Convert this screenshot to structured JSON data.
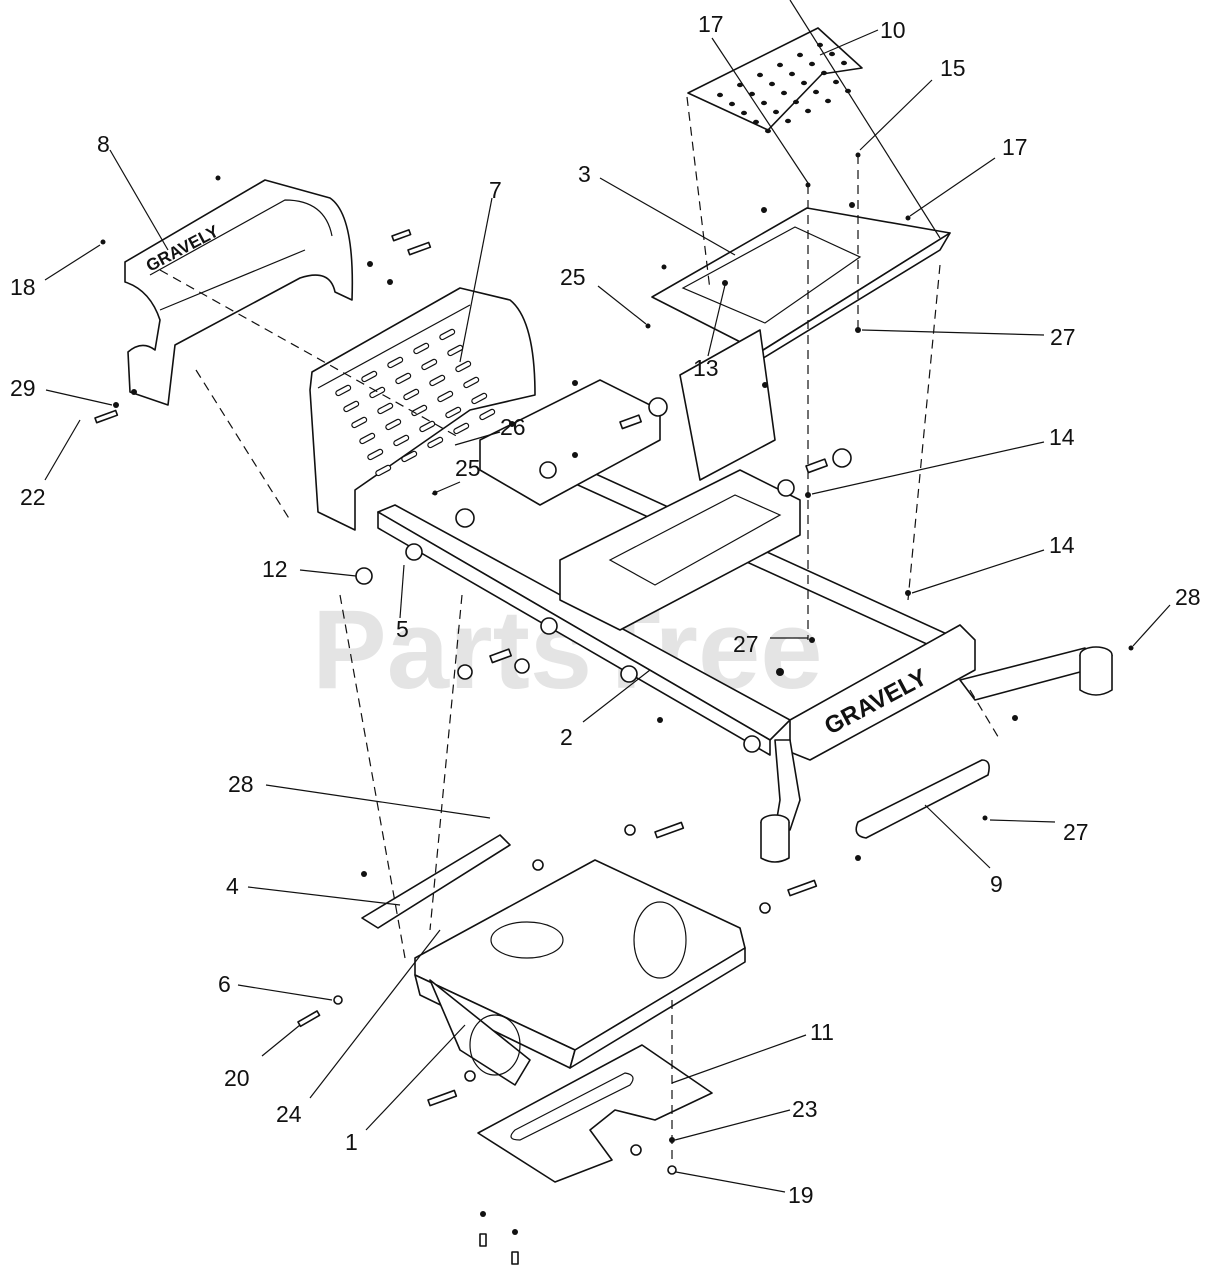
{
  "watermark": "PartsTree",
  "brand_labels": {
    "frame_logo": "GRAVELY",
    "shield_logo": "GRAVELY"
  },
  "callouts": [
    {
      "id": "c10",
      "text": "10"
    },
    {
      "id": "c17a",
      "text": "17"
    },
    {
      "id": "c15",
      "text": "15"
    },
    {
      "id": "c17b",
      "text": "17"
    },
    {
      "id": "c3",
      "text": "3"
    },
    {
      "id": "c8",
      "text": "8"
    },
    {
      "id": "c7",
      "text": "7"
    },
    {
      "id": "c18",
      "text": "18"
    },
    {
      "id": "c25a",
      "text": "25"
    },
    {
      "id": "c27a",
      "text": "27"
    },
    {
      "id": "c13",
      "text": "13"
    },
    {
      "id": "c29",
      "text": "29"
    },
    {
      "id": "c26",
      "text": "26"
    },
    {
      "id": "c14a",
      "text": "14"
    },
    {
      "id": "c22",
      "text": "22"
    },
    {
      "id": "c25b",
      "text": "25"
    },
    {
      "id": "c14b",
      "text": "14"
    },
    {
      "id": "c12",
      "text": "12"
    },
    {
      "id": "c28a",
      "text": "28"
    },
    {
      "id": "c5",
      "text": "5"
    },
    {
      "id": "c27b",
      "text": "27"
    },
    {
      "id": "c2",
      "text": "2"
    },
    {
      "id": "c28b",
      "text": "28"
    },
    {
      "id": "c27c",
      "text": "27"
    },
    {
      "id": "c9",
      "text": "9"
    },
    {
      "id": "c4",
      "text": "4"
    },
    {
      "id": "c6",
      "text": "6"
    },
    {
      "id": "c11",
      "text": "11"
    },
    {
      "id": "c20",
      "text": "20"
    },
    {
      "id": "c24",
      "text": "24"
    },
    {
      "id": "c1",
      "text": "1"
    },
    {
      "id": "c23",
      "text": "23"
    },
    {
      "id": "c19",
      "text": "19"
    }
  ]
}
